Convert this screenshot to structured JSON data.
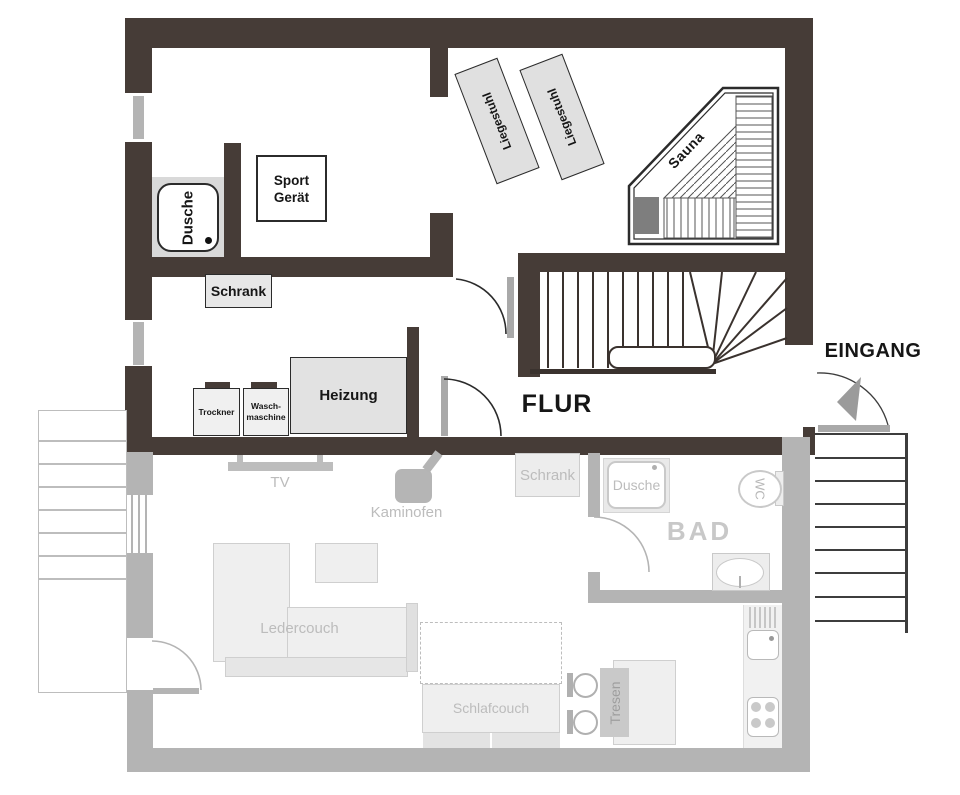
{
  "colors": {
    "wall_dark": "#463c37",
    "wall_gray": "#b4b4b4",
    "outline_dark": "#2b2b2b",
    "door_leaf": "#a9a9a9",
    "label_gray": "#bcbcbc",
    "sauna_heater": "#7e7e7e"
  },
  "upper_floor": {
    "dusche_label": "Dusche",
    "sport_line1": "Sport",
    "sport_line2": "Gerät",
    "schrank_label": "Schrank",
    "liegestuhl_label": "Liegestuhl",
    "sauna_label": "Sauna",
    "trockner_label": "Trockner",
    "wasch_line1": "Wasch-",
    "wasch_line2": "maschine",
    "heizung_label": "Heizung",
    "flur_label": "FLUR",
    "eingang_label": "EINGANG"
  },
  "lower_floor": {
    "tv_label": "TV",
    "kaminofen_label": "Kaminofen",
    "schrank_label": "Schrank",
    "dusche_label": "Dusche",
    "wc_label": "WC",
    "bad_label": "BAD",
    "ledercouch_label": "Ledercouch",
    "schlafcouch_label": "Schlafcouch",
    "tresen_label": "Tresen"
  }
}
